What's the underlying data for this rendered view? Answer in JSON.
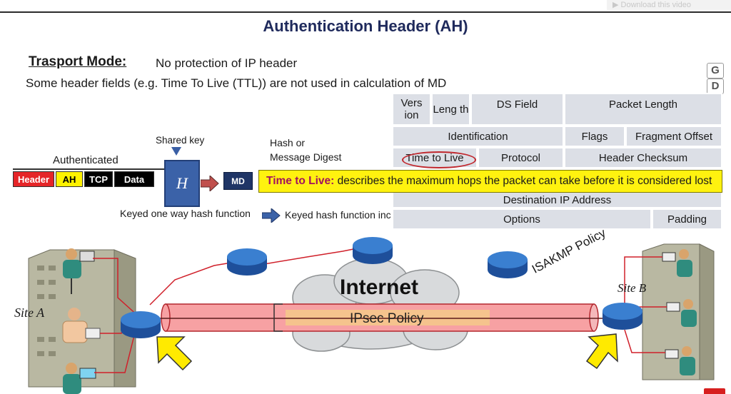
{
  "download_bar": {
    "text": "Download this video"
  },
  "title": "Authentication Header (AH)",
  "mode": {
    "label": "Trasport Mode:",
    "desc": "No protection of IP header"
  },
  "fields_note": "Some header fields (e.g. Time To Live (TTL)) are not used in calculation of MD",
  "side_letters": [
    "G",
    "D"
  ],
  "ip_header": {
    "version": "Vers ion",
    "length": "Leng th",
    "ds_field": "DS Field",
    "packet_length": "Packet Length",
    "identification": "Identification",
    "flags": "Flags",
    "fragment_offset": "Fragment Offset",
    "ttl": "Time to Live",
    "protocol": "Protocol",
    "checksum": "Header Checksum",
    "destination": "Destination IP Address",
    "options": "Options",
    "padding": "Padding"
  },
  "ttl_banner": {
    "term": "Time to Live:",
    "text": " describes the maximum hops the packet can take before it is considered lost"
  },
  "packet": {
    "authenticated_label": "Authenticated",
    "fields": [
      {
        "label": "Header",
        "bg": "#e52528",
        "color": "#ffffff"
      },
      {
        "label": "AH",
        "bg": "#fff200",
        "color": "#000000"
      },
      {
        "label": "TCP",
        "bg": "#000000",
        "color": "#ffffff"
      },
      {
        "label": "Data",
        "bg": "#000000",
        "color": "#ffffff"
      }
    ]
  },
  "hash": {
    "shared_key": "Shared key",
    "box": "H",
    "md": "MD",
    "hash_label_1": "Hash or",
    "hash_label_2": "Message Digest",
    "keyed_one_way": "Keyed one way hash function",
    "keyed_hash": "Keyed hash function inc"
  },
  "network": {
    "internet": "Internet",
    "ipsec_policy": "IPsec Policy",
    "isakmp_policy": "ISAKMP Policy",
    "site_a": "Site A",
    "site_b": "Site B"
  },
  "colors": {
    "title": "#1f2a5c",
    "hash_box": "#3b62a8",
    "tunnel": "#f7a1a3",
    "router": "#3a7fd0",
    "banner": "#fff20f"
  }
}
